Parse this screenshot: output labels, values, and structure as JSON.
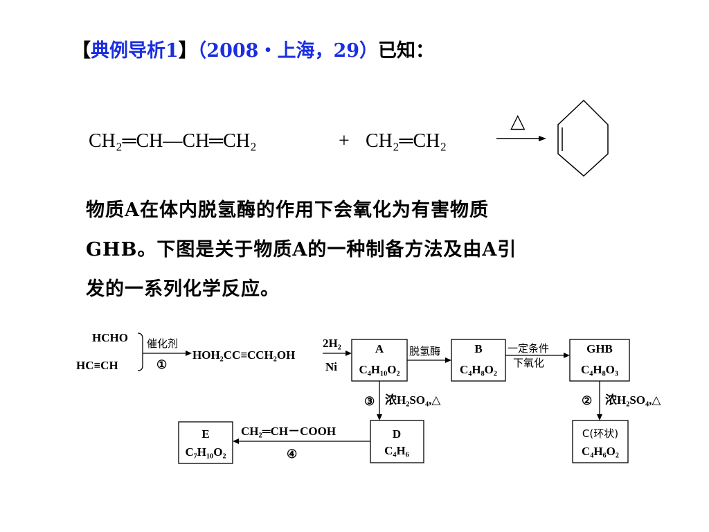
{
  "heading": {
    "bracket_open": "【",
    "label": "典例导析1",
    "bracket_close": "】",
    "source": "（2008・上海，29）",
    "known": "已知："
  },
  "equation": {
    "reactant1": "CH₂═CH—CH═CH₂",
    "plus": "+",
    "reactant2": "CH₂═CH₂",
    "condition": "△"
  },
  "paragraph": {
    "line1": "物质A在体内脱氢酶的作用下会氧化为有害物质",
    "line2": "GHB。下图是关于物质A的一种制备方法及由A引",
    "line3": "发的一系列化学反应。"
  },
  "flow": {
    "start1": "HCHO",
    "start2": "HC≡CH",
    "step1_reagent": "催化剂",
    "step1_num": "①",
    "intermediate": "HOH₂CC≡CCH₂OH",
    "h2_reagent": "2H₂",
    "h2_catalyst": "Ni",
    "boxA": {
      "name": "A",
      "formula": "C₄H₁₀O₂"
    },
    "dehydro": "脱氢酶",
    "boxB": {
      "name": "B",
      "formula": "C₄H₈O₂"
    },
    "oxid_line1": "一定条件",
    "oxid_line2": "下氧化",
    "boxGHB": {
      "name": "GHB",
      "formula": "C₄H₈O₃"
    },
    "step3_num": "③",
    "step3_reagent": "浓H₂SO₄,△",
    "step2_num": "②",
    "step2_reagent": "浓H₂SO₄,△",
    "boxD": {
      "name": "D",
      "formula": "C₄H₆"
    },
    "acrylic": "CH₂═CH－COOH",
    "step4_num": "④",
    "boxE": {
      "name": "E",
      "formula": "C₇H₁₀O₂"
    },
    "boxC": {
      "name": "C(环状)",
      "formula": "C₄H₆O₂"
    }
  }
}
